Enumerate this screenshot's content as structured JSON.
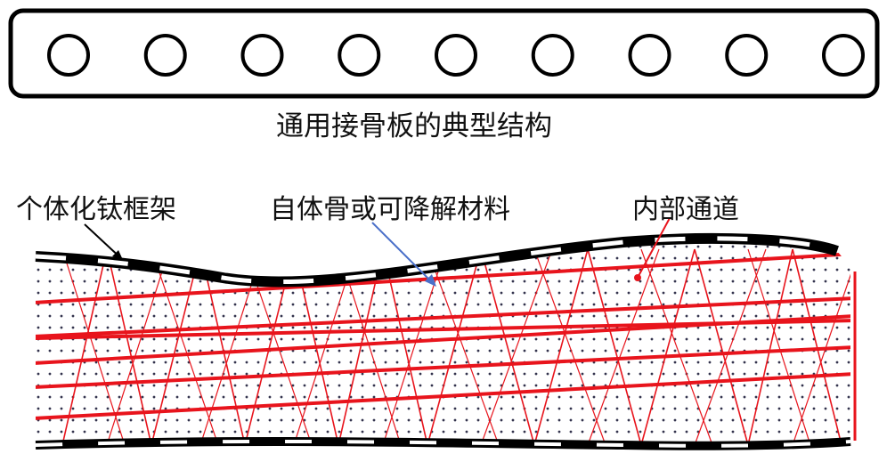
{
  "plate_caption": "通用接骨板的典型结构",
  "plate_hole_count": 9,
  "labels": {
    "frame": "个体化钛框架",
    "material": "自体骨或可降解材料",
    "channel": "内部通道"
  },
  "colors": {
    "frame": "#000000",
    "channel": "#e8141c",
    "arrow_material": "#4a6fc9",
    "dots": "#33334d"
  }
}
